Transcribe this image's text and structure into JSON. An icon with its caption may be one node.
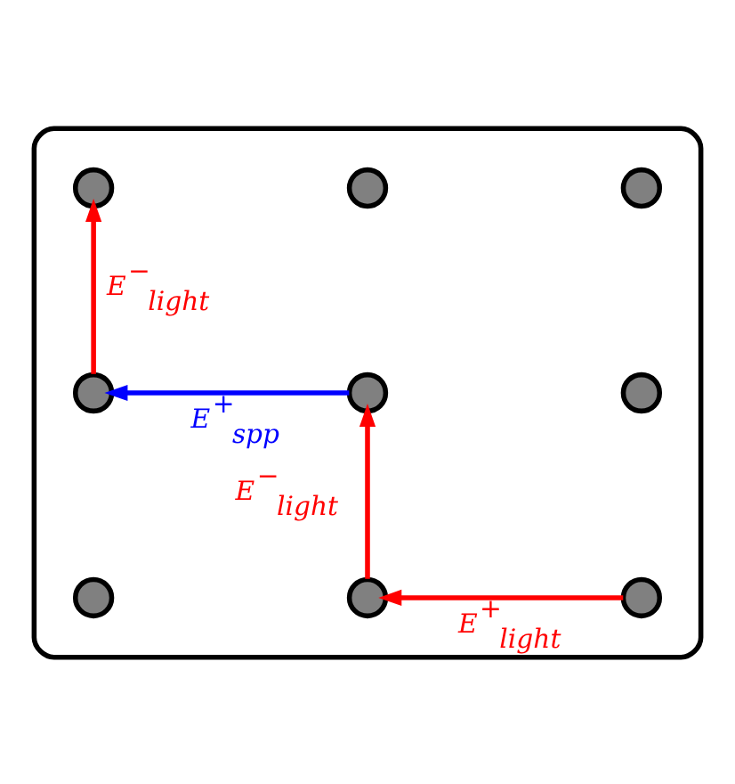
{
  "diagram": {
    "nodes": [
      {
        "text": [],
        "shape": "box"
      },
      {
        "text": [],
        "shape": "circle",
        "in": 0
      },
      {
        "text": [],
        "shape": "circle",
        "in": 0
      },
      {
        "text": [],
        "shape": "circle",
        "in": 0
      },
      {
        "text": [],
        "shape": "circle",
        "in": 0
      },
      {
        "text": [],
        "shape": "circle",
        "in": 0
      },
      {
        "text": [],
        "shape": "circle",
        "in": 0
      },
      {
        "text": [],
        "shape": "circle",
        "in": 0
      },
      {
        "text": [],
        "shape": "circle",
        "in": 0
      },
      {
        "text": [],
        "shape": "circle",
        "in": 0
      }
    ],
    "edges": [
      {
        "from": 4,
        "to": 1,
        "arrow": "to",
        "label": "E$^{−}$$_{light}$"
      },
      {
        "from": 5,
        "to": 4,
        "arrow": "to",
        "label": "E$^{+}$$_{spp}$",
        "color": "#0000ff"
      },
      {
        "from": 8,
        "to": 5,
        "arrow": "to",
        "label": "E$^{−}$$_{light}$"
      },
      {
        "from": 9,
        "to": 8,
        "arrow": "to",
        "label": "E$^{+}$$_{light}$"
      }
    ]
  }
}
